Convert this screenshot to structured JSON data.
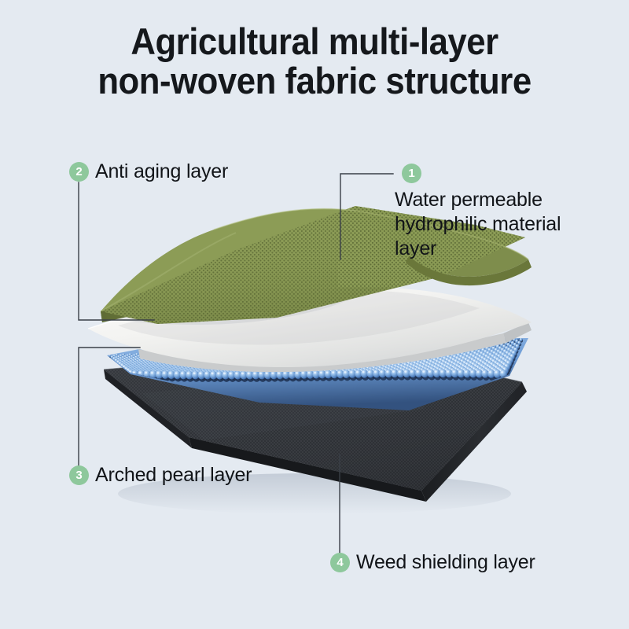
{
  "title": {
    "line1": "Agricultural multi-layer",
    "line2": "non-woven fabric structure"
  },
  "colors": {
    "background": "#e4eaf1",
    "badge": "#8ec89c",
    "badge_text": "#ffffff",
    "title_text": "#15181c",
    "label_text": "#111418",
    "leader_line": "#3a4048",
    "green_layer": "#8a9a54",
    "green_layer_dark": "#6d7b3e",
    "white_layer": "#f4f4f2",
    "white_layer_shade": "#d9dadb",
    "blue_layer": "#6f9ed8",
    "blue_layer_light": "#b9d4f0",
    "blue_layer_dark": "#1d3050",
    "black_layer": "#3a3d42",
    "black_layer_edge": "#26282c"
  },
  "callouts": [
    {
      "number": "1",
      "label": "Water permeable\nhydrophilic material\nlayer",
      "name": "water-permeable-hydrophilic-material-layer"
    },
    {
      "number": "2",
      "label": "Anti aging layer",
      "name": "anti-aging-layer"
    },
    {
      "number": "3",
      "label": "Arched pearl layer",
      "name": "arched-pearl-layer"
    },
    {
      "number": "4",
      "label": "Weed shielding layer",
      "name": "weed-shielding-layer"
    }
  ],
  "layers": [
    {
      "name": "green-perforated-top-layer",
      "material": "green perforated mesh"
    },
    {
      "name": "white-nonwoven-layer",
      "material": "white non-woven sheet"
    },
    {
      "name": "blue-pearl-dome-layer",
      "material": "blue arched pearl beads"
    },
    {
      "name": "black-woven-base-layer",
      "material": "black woven ground cover"
    }
  ]
}
